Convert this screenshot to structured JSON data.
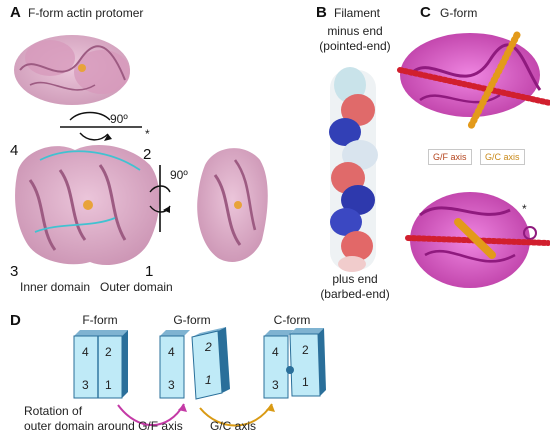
{
  "panel_a": {
    "letter": "A",
    "title": "F-form actin protomer",
    "rot_top": "90º",
    "rot_side": "90º",
    "asterisk": "*",
    "subdomains": [
      "4",
      "2",
      "3",
      "1"
    ],
    "inner_label": "Inner domain",
    "outer_label": "Outer domain"
  },
  "panel_b": {
    "letter": "B",
    "title": "Filament",
    "top_label_1": "minus end",
    "top_label_2": "(pointed-end)",
    "bottom_label_1": "plus end",
    "bottom_label_2": "(barbed-end)"
  },
  "panel_c": {
    "letter": "C",
    "title": "G-form",
    "legend_gf": "G/F axis",
    "legend_gc": "G/C axis",
    "asterisk": "*",
    "colors": {
      "gf_axis": "#d11f2e",
      "gc_axis": "#e39a1a",
      "protein": "#d65fc7"
    }
  },
  "panel_d": {
    "letter": "D",
    "forms": [
      {
        "title": "F-form",
        "labels": [
          "4",
          "2",
          "3",
          "1"
        ]
      },
      {
        "title": "G-form",
        "labels": [
          "4",
          "2",
          "3",
          "1"
        ]
      },
      {
        "title": "C-form",
        "labels": [
          "4",
          "2",
          "3",
          "1"
        ]
      }
    ],
    "caption_gf_1": "Rotation of",
    "caption_gf_2": "outer domain around G/F axis",
    "caption_gc": "G/C axis",
    "colors": {
      "box_front": "#bfeaf7",
      "box_side": "#2a6f9a",
      "arrow_gf": "#c43aa6",
      "arrow_gc": "#d99a14"
    }
  }
}
